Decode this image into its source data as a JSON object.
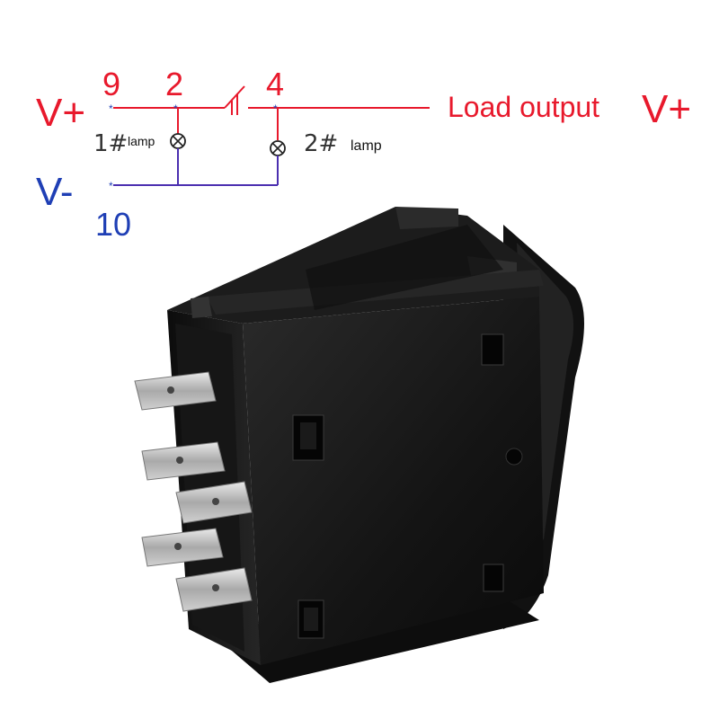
{
  "diagram": {
    "rails": {
      "positive": {
        "label": "V+",
        "color": "#e8192c"
      },
      "negative": {
        "label": "V-",
        "color": "#1f3fb5"
      }
    },
    "pins": {
      "pin_9": "9",
      "pin_2": "2",
      "pin_4": "4",
      "pin_10": "10"
    },
    "lamps": [
      {
        "number": "1#",
        "label": "lamp"
      },
      {
        "number": "2#",
        "label": "lamp"
      }
    ],
    "output": {
      "text": "Load output",
      "rail": "V+"
    },
    "colors": {
      "wire_positive": "#e8192c",
      "wire_negative": "#4b2fb0",
      "text_positive": "#e8192c",
      "text_negative": "#1f3fb5",
      "lamp": "#222222",
      "switch_body": "#1a1a1a"
    }
  },
  "product": {
    "kind": "rocker switch, rear view",
    "terminals_visible": 5,
    "icons": [
      "lamp-icon",
      "switch-contact-icon"
    ]
  }
}
